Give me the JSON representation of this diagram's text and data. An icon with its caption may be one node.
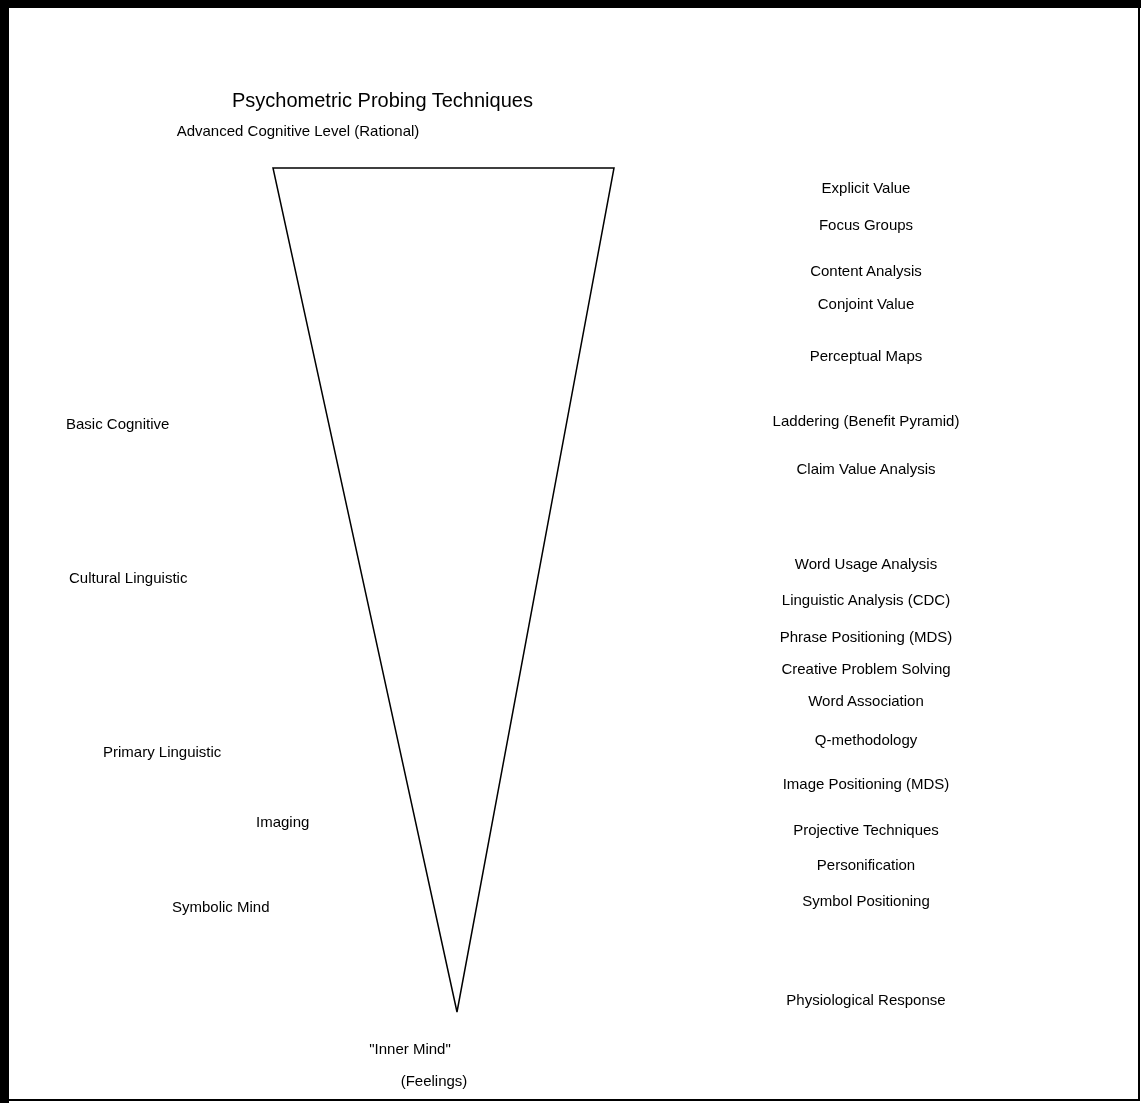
{
  "diagram": {
    "title": "Psychometric Probing Techniques",
    "nodes": [
      {
        "text": [],
        "shape": "triangle"
      }
    ],
    "labels": [
      "Advanced Cognitive Level (Rational)",
      "Explicit Value",
      "Focus Groups",
      "Content Analysis",
      "Conjoint Value",
      "Perceptual Maps",
      "Basic Cognitive",
      "Laddering (Benefit Pyramid)",
      "Claim Value Analysis",
      "Word Usage Analysis",
      "Cultural Linguistic",
      "Linguistic Analysis (CDC)",
      "Phrase Positioning (MDS)",
      "Creative Problem Solving",
      "Word Association",
      "Q-methodology",
      "Primary Linguistic",
      "Image Positioning (MDS)",
      "Imaging",
      "Projective Techniques",
      "Personification",
      "Symbolic Mind",
      "Symbol Positioning",
      "Physiological Response",
      "\"Inner Mind\"",
      "(Feelings)"
    ]
  }
}
